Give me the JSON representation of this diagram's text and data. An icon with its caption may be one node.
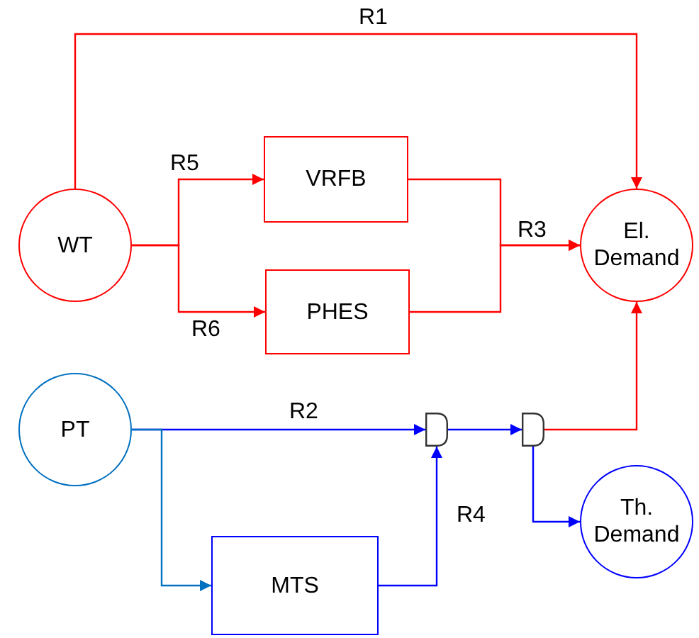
{
  "diagram": {
    "nodes": [
      {
        "text": [
          "WT"
        ]
      },
      {
        "text": [
          "VRFB"
        ]
      },
      {
        "text": [
          "PHES"
        ]
      },
      {
        "text": [
          "El. Demand"
        ]
      },
      {
        "text": [
          "PT"
        ]
      },
      {
        "text": [],
        "shape": "gate"
      },
      {
        "text": [],
        "shape": "gate"
      },
      {
        "text": [
          "MTS"
        ]
      },
      {
        "text": [
          "Th. Demand"
        ]
      }
    ],
    "edges": [
      {
        "from": 0,
        "to": 3,
        "arrow": "to",
        "label": "R1"
      },
      {
        "from": 0,
        "to": 1,
        "arrow": "to",
        "label": "R5"
      },
      {
        "from": 0,
        "to": 2,
        "arrow": "to",
        "label": "R6"
      },
      {
        "from": 1,
        "to": 3,
        "arrow": "to",
        "label": "R3"
      },
      {
        "from": 2,
        "to": 3,
        "arrow": "to"
      },
      {
        "from": 4,
        "to": 5,
        "arrow": "to",
        "label": "R2",
        "color": "#0000ff"
      },
      {
        "from": 4,
        "to": 7,
        "arrow": "to",
        "color": "#0070c0"
      },
      {
        "from": 7,
        "to": 5,
        "arrow": "to",
        "label": "R4",
        "color": "#0000ff"
      },
      {
        "from": 5,
        "to": 6,
        "arrow": "to",
        "color": "#0000ff"
      },
      {
        "from": 6,
        "to": 3,
        "arrow": "to"
      },
      {
        "from": 6,
        "to": 8,
        "arrow": "to",
        "color": "#0000ff"
      }
    ]
  }
}
